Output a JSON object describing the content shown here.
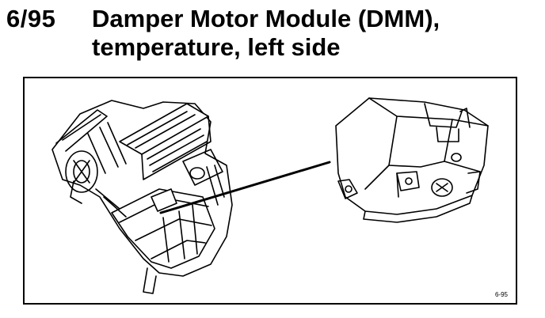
{
  "header": {
    "figure_number": "6/95",
    "title_line1": "Damper Motor Module (DMM),",
    "title_line2": "temperature, left side"
  },
  "illustration": {
    "reference_code": "6-95",
    "left_component_icon": "hvac-housing-icon",
    "right_component_icon": "damper-motor-module-icon"
  }
}
